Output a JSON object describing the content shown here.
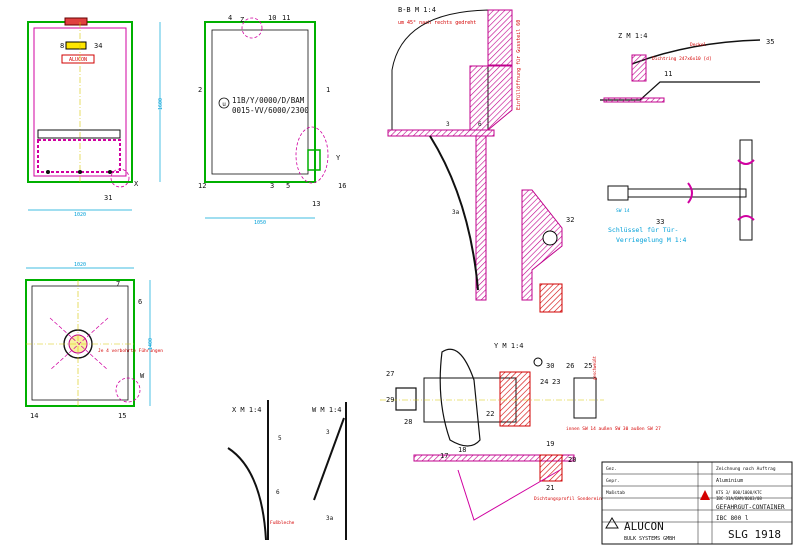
{
  "sections": {
    "bb_title": "B-B M 1:4",
    "bb_note": "um 45° nach rechts gedreht",
    "bb_opening": "Einfüllöffnung für Gussteil 60",
    "z_title": "Z M 1:4",
    "y_title": "Y M 1:4",
    "x_title": "X M 1:4",
    "w_title": "W M 1:4",
    "key_note_line1": "Schlüssel für Tür-",
    "key_note_line2": "Verriegelung M 1:4"
  },
  "labels": {
    "alucon_plate": "ALUCON",
    "marking_line1": "11B/Y/0000/D/BAM",
    "marking_line2": "0015-VV/6000/2300",
    "cover": "Deckel",
    "seal": "Dichtring 247x6x10 [d]",
    "guard_note": "Je 4 verbohrte Führungen",
    "footplate": "Fußbleche",
    "sealing_profile": "Dichtungsprofil Sondereinführung (Werkzeuglos)",
    "sw14": "SW 14",
    "inner_sw": "innen SW 14 außen SW 30 außen SW 27",
    "welded": "geschweißt"
  },
  "callouts": [
    "1",
    "2",
    "3",
    "4",
    "5",
    "6",
    "7",
    "8",
    "10",
    "11",
    "12",
    "13",
    "14",
    "15",
    "16",
    "17",
    "18",
    "19",
    "20",
    "21",
    "22",
    "23",
    "24",
    "25",
    "26",
    "27",
    "28",
    "29",
    "30",
    "31",
    "32",
    "33",
    "34",
    "35"
  ],
  "dimensions": {
    "front_height": "1600",
    "front_width": "1020",
    "side_width": "1050",
    "top_width": "1020",
    "top_depth": "1400"
  },
  "title_block": {
    "company": "ALUCON",
    "company_sub": "BULK SYSTEMS GMBH",
    "product": "GEFAHRGUT-CONTAINER",
    "product_sub": "IBC 800 l",
    "drawing_number": "SLG 1918",
    "material": "Aluminium",
    "spec_line1": "KTS 3/ 800/1000/KTC",
    "spec_line2": "IBC 31A/BAM/0003/08",
    "revision_row": "Zeichnung nach Auftrag",
    "drawn_label": "Gez.",
    "checked_label": "Gepr.",
    "scale_label": "Maßstab"
  },
  "colors": {
    "outline": "#111111",
    "container": "#00b000",
    "dimension": "#00a8d8",
    "hatch": "#c0008c",
    "callout": "#e00000",
    "centerline": "#d8c800"
  }
}
